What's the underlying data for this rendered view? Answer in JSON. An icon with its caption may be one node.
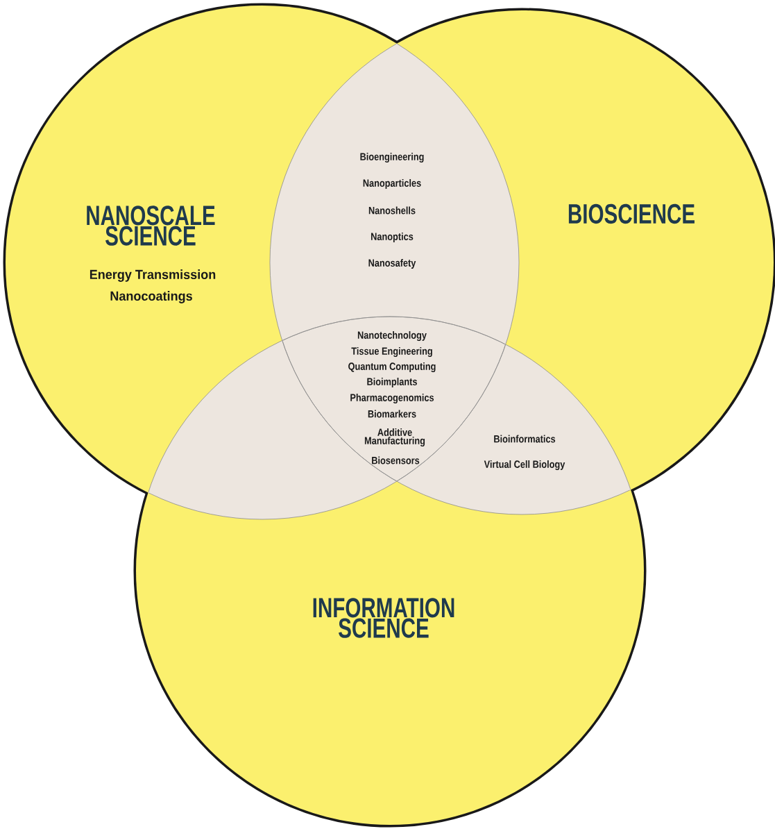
{
  "diagram": {
    "nodes": [
      {
        "text": [
          "NANOSCALE SCIENCE",
          "Energy Transmission",
          "Nanocoatings"
        ]
      },
      {
        "text": [
          "BIOSCIENCE"
        ]
      },
      {
        "text": [
          "INFORMATION SCIENCE"
        ]
      },
      {
        "text": [
          "Bioengineering",
          "Nanoparticles",
          "Nanoshells",
          "Nanoptics",
          "Nanosafety"
        ]
      },
      {
        "text": [
          "Nanotechnology",
          "Tissue Engineering",
          "Quantum Computing",
          "Bioimplants",
          "Pharmacogenomics",
          "Biomarkers",
          "Additive Manufacturing",
          "Biosensors"
        ]
      },
      {
        "text": [
          "Bioinformatics",
          "Virtual Cell Biology"
        ]
      }
    ]
  }
}
